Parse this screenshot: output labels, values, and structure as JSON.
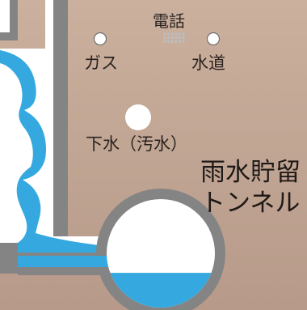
{
  "labels": {
    "telephone": "電話",
    "gas": "ガス",
    "water_supply": "水道",
    "sewage": "下水（汚水）",
    "tunnel_line1": "雨水貯留",
    "tunnel_line2": "トンネル"
  },
  "colors": {
    "ground_top": "#c8ad9b",
    "ground_bottom": "#b89c8b",
    "shaft_wall": "#848484",
    "water": "#35a9df",
    "pipe_fill": "#ffffff",
    "phone_dots": "#bdbdbd",
    "label_text": "#2a2320"
  },
  "fill_levels": {
    "tunnel_water_fraction": 0.32
  }
}
